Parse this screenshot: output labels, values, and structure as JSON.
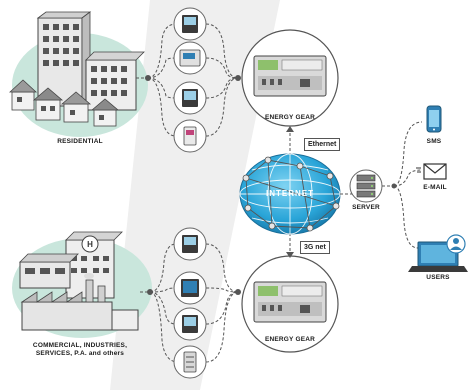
{
  "labels": {
    "residential": "RESIDENTIAL",
    "commercial_line1": "COMMERCIAL, INDUSTRIES,",
    "commercial_line2": "SERVICES, P.A. and others",
    "energy_gear_top": "ENERGY GEAR",
    "energy_gear_bottom": "ENERGY GEAR",
    "ethernet": "Ethernet",
    "net_3g": "3G net",
    "internet": "INTERNET",
    "server": "SERVER",
    "sms": "SMS",
    "email": "E-MAIL",
    "users": "USERS"
  },
  "colors": {
    "globe": "#2aa5d8",
    "bubble": "#c9e6dc",
    "meter_blue": "#2f7fb3",
    "line": "#555555"
  }
}
